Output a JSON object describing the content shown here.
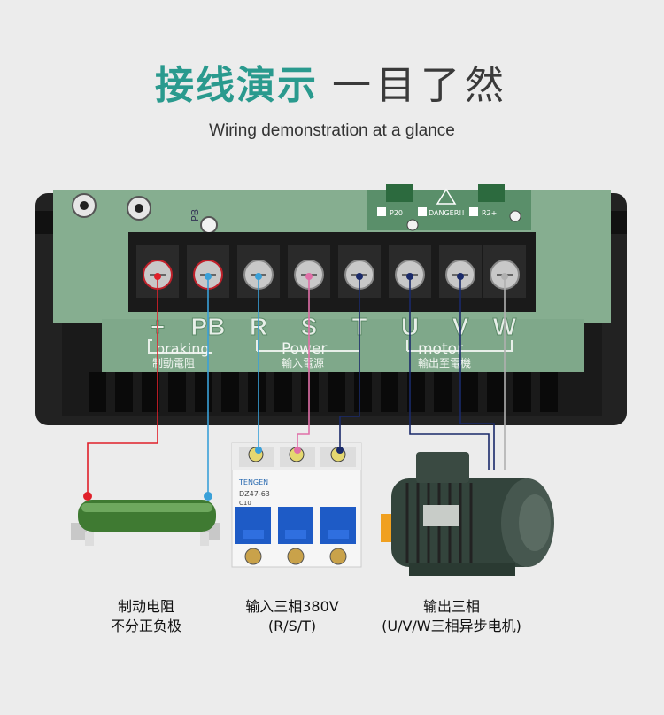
{
  "title": {
    "main": "接线演示",
    "rest": "一目了然"
  },
  "subtitle": "Wiring demonstration at a glance",
  "board": {
    "pb_label": "PB",
    "danger_text": "DANGER!!",
    "p20": "P20",
    "r2": "R2+",
    "terminals": [
      "+",
      "PB",
      "R",
      "S",
      "T",
      "U",
      "V",
      "W"
    ],
    "groups": [
      {
        "en": "braking",
        "zh": "制動電阻"
      },
      {
        "en": "Power",
        "zh": "輸入電源"
      },
      {
        "en": "motor",
        "zh": "輸出至電機"
      }
    ]
  },
  "breaker": {
    "brand": "TENGEN",
    "model": "DZ47-63",
    "rating": "C10"
  },
  "captions": {
    "resistor": [
      "制动电阻",
      "不分正负极"
    ],
    "breaker": [
      "输入三相380V",
      "(R/S/T)"
    ],
    "motor": [
      "输出三相",
      "(U/V/W三相异步电机)"
    ]
  },
  "colors": {
    "title_green": "#2a9a8e",
    "wire_red": "#e0202a",
    "wire_blue": "#3aa0d8",
    "wire_pink": "#e070a8",
    "wire_navy": "#1a2a6a",
    "wire_gray": "#b0b0b0",
    "pcb_green": "#7fa88a"
  }
}
